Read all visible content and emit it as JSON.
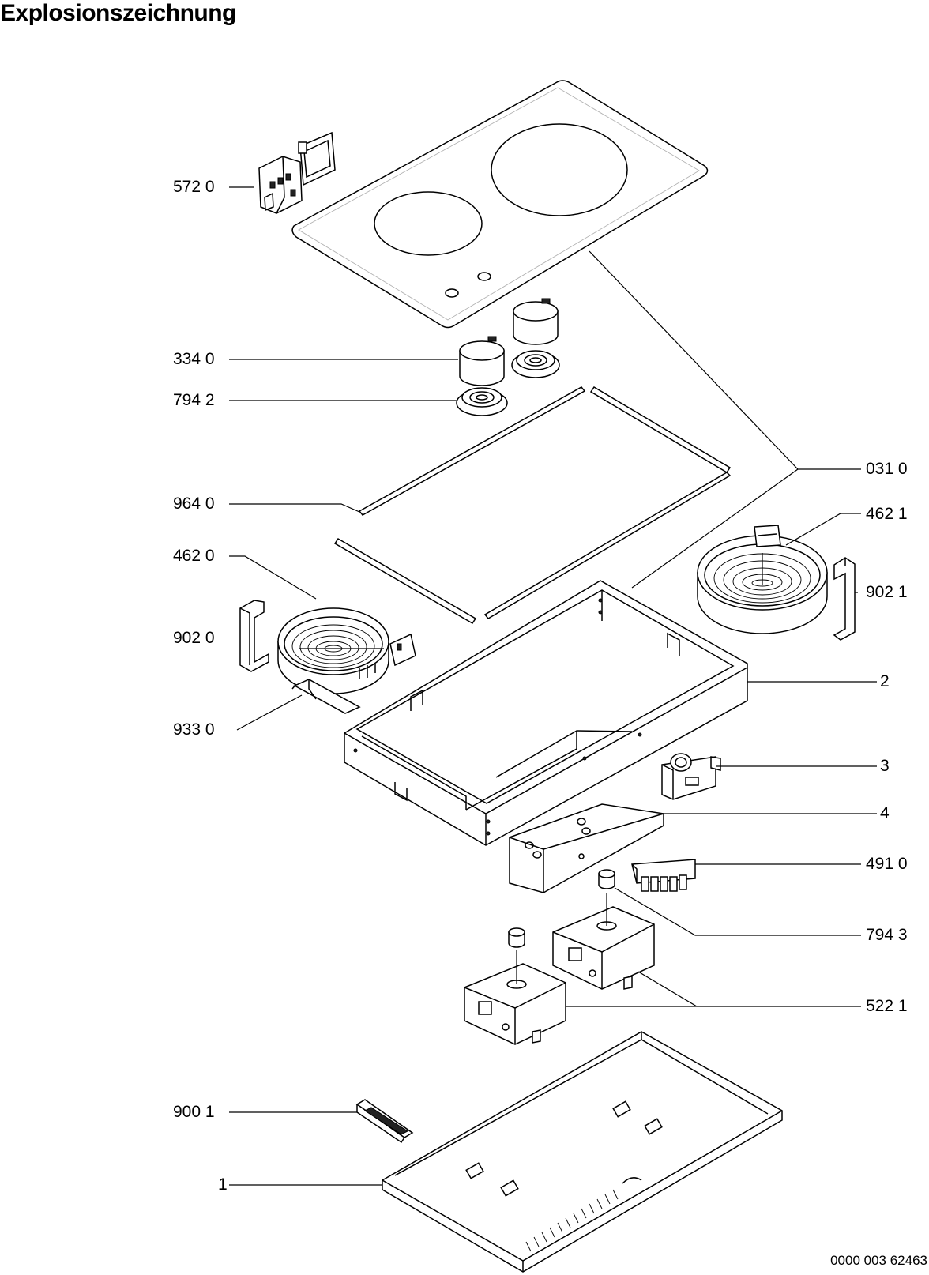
{
  "title": "Explosionszeichnung",
  "document_number": "0000 003 62463",
  "labels": {
    "l5720": "572 0",
    "l3340": "334 0",
    "l7942": "794 2",
    "l9640": "964 0",
    "l4620": "462 0",
    "l9020": "902 0",
    "l9330": "933 0",
    "l9001": "900 1",
    "l1": "1",
    "l0310": "031 0",
    "l4621": "462 1",
    "l9021": "902 1",
    "l2": "2",
    "l3": "3",
    "l4": "4",
    "l4910": "491 0",
    "l7943": "794 3",
    "l5221": "522 1"
  }
}
